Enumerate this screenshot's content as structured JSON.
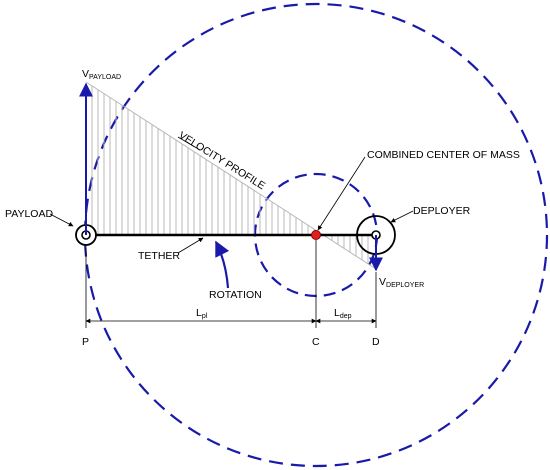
{
  "labels": {
    "v_payload": {
      "main": "V",
      "sub": "PAYLOAD"
    },
    "v_deployer": {
      "main": "V",
      "sub": "DEPLOYER"
    },
    "velocity_profile": "VELOCITY PROFILE",
    "combined_center_of_mass": "COMBINED CENTER OF MASS",
    "payload": "PAYLOAD",
    "deployer": "DEPLOYER",
    "tether": "TETHER",
    "rotation": "ROTATION",
    "l_pl": {
      "main": "L",
      "sub": "pl"
    },
    "l_dep": {
      "main": "L",
      "sub": "dep"
    },
    "point_p": "P",
    "point_c": "C",
    "point_d": "D"
  },
  "colors": {
    "orbit": "#1a1aaa",
    "vector": "#1a1aaa",
    "center_of_mass": "#e02020",
    "hatch": "#b8b8b8",
    "line": "#000000"
  }
}
